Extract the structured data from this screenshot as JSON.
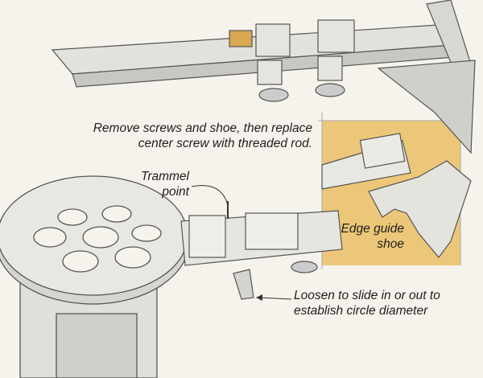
{
  "labels": {
    "remove_line1": "Remove screws and shoe, then replace",
    "remove_line2": "center screw with threaded rod.",
    "trammel_line1": "Trammel",
    "trammel_line2": "point",
    "edge_line1": "Edge guide",
    "edge_line2": "shoe",
    "loosen_line1": "Loosen to slide in or out to",
    "loosen_line2": "establish circle diameter"
  },
  "colors": {
    "background": "#f6f3ec",
    "inset": "#ecc779",
    "metal": "#dcdcd6",
    "line": "#555555",
    "brass": "#d9a850"
  }
}
